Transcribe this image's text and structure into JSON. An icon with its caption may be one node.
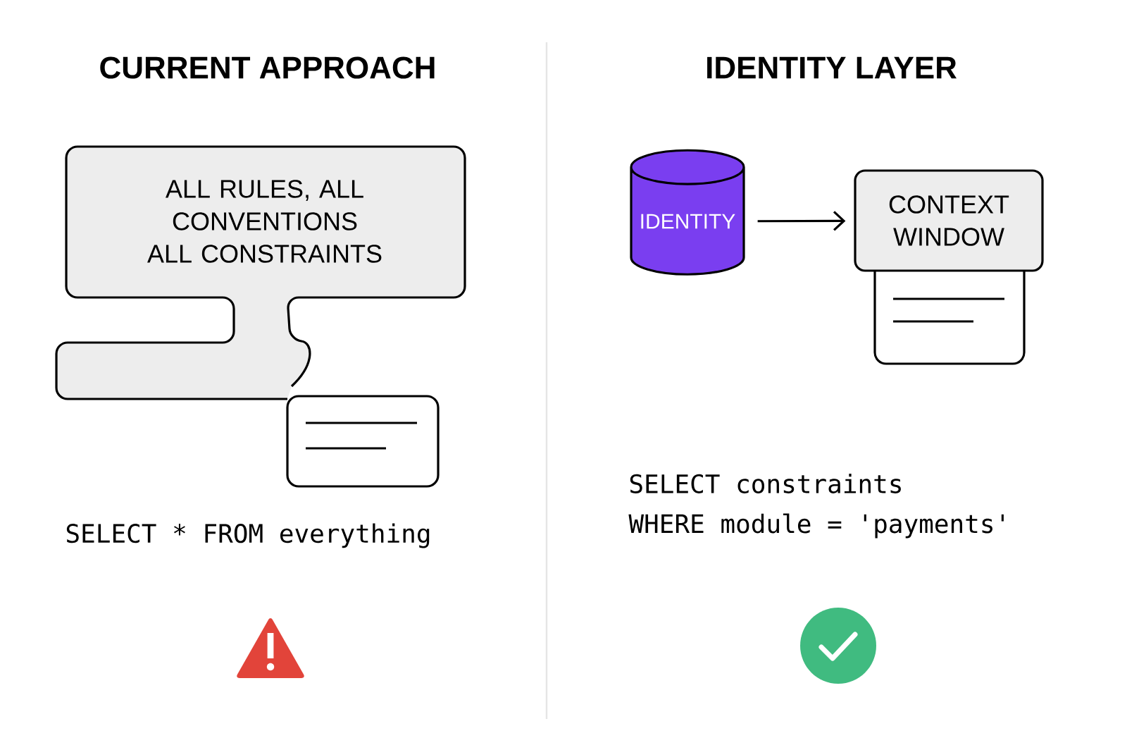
{
  "diagram": {
    "nodes": [
      {
        "text": [
          "ALL RULES, ALL CONVENTIONS ALL CONSTRAINTS"
        ]
      },
      {
        "text": [],
        "shape": "box"
      },
      {
        "text": [
          "IDENTITY"
        ]
      },
      {
        "text": [
          "CONTEXT WINDOW"
        ]
      },
      {
        "text": [],
        "shape": "box"
      }
    ],
    "edges": [
      {
        "from": 2,
        "to": 3,
        "arrow": "to"
      }
    ],
    "labels": [
      "CURRENT APPROACH",
      "IDENTITY LAYER",
      "SELECT * FROM everything",
      "SELECT constraints",
      "WHERE module = 'payments'"
    ]
  }
}
